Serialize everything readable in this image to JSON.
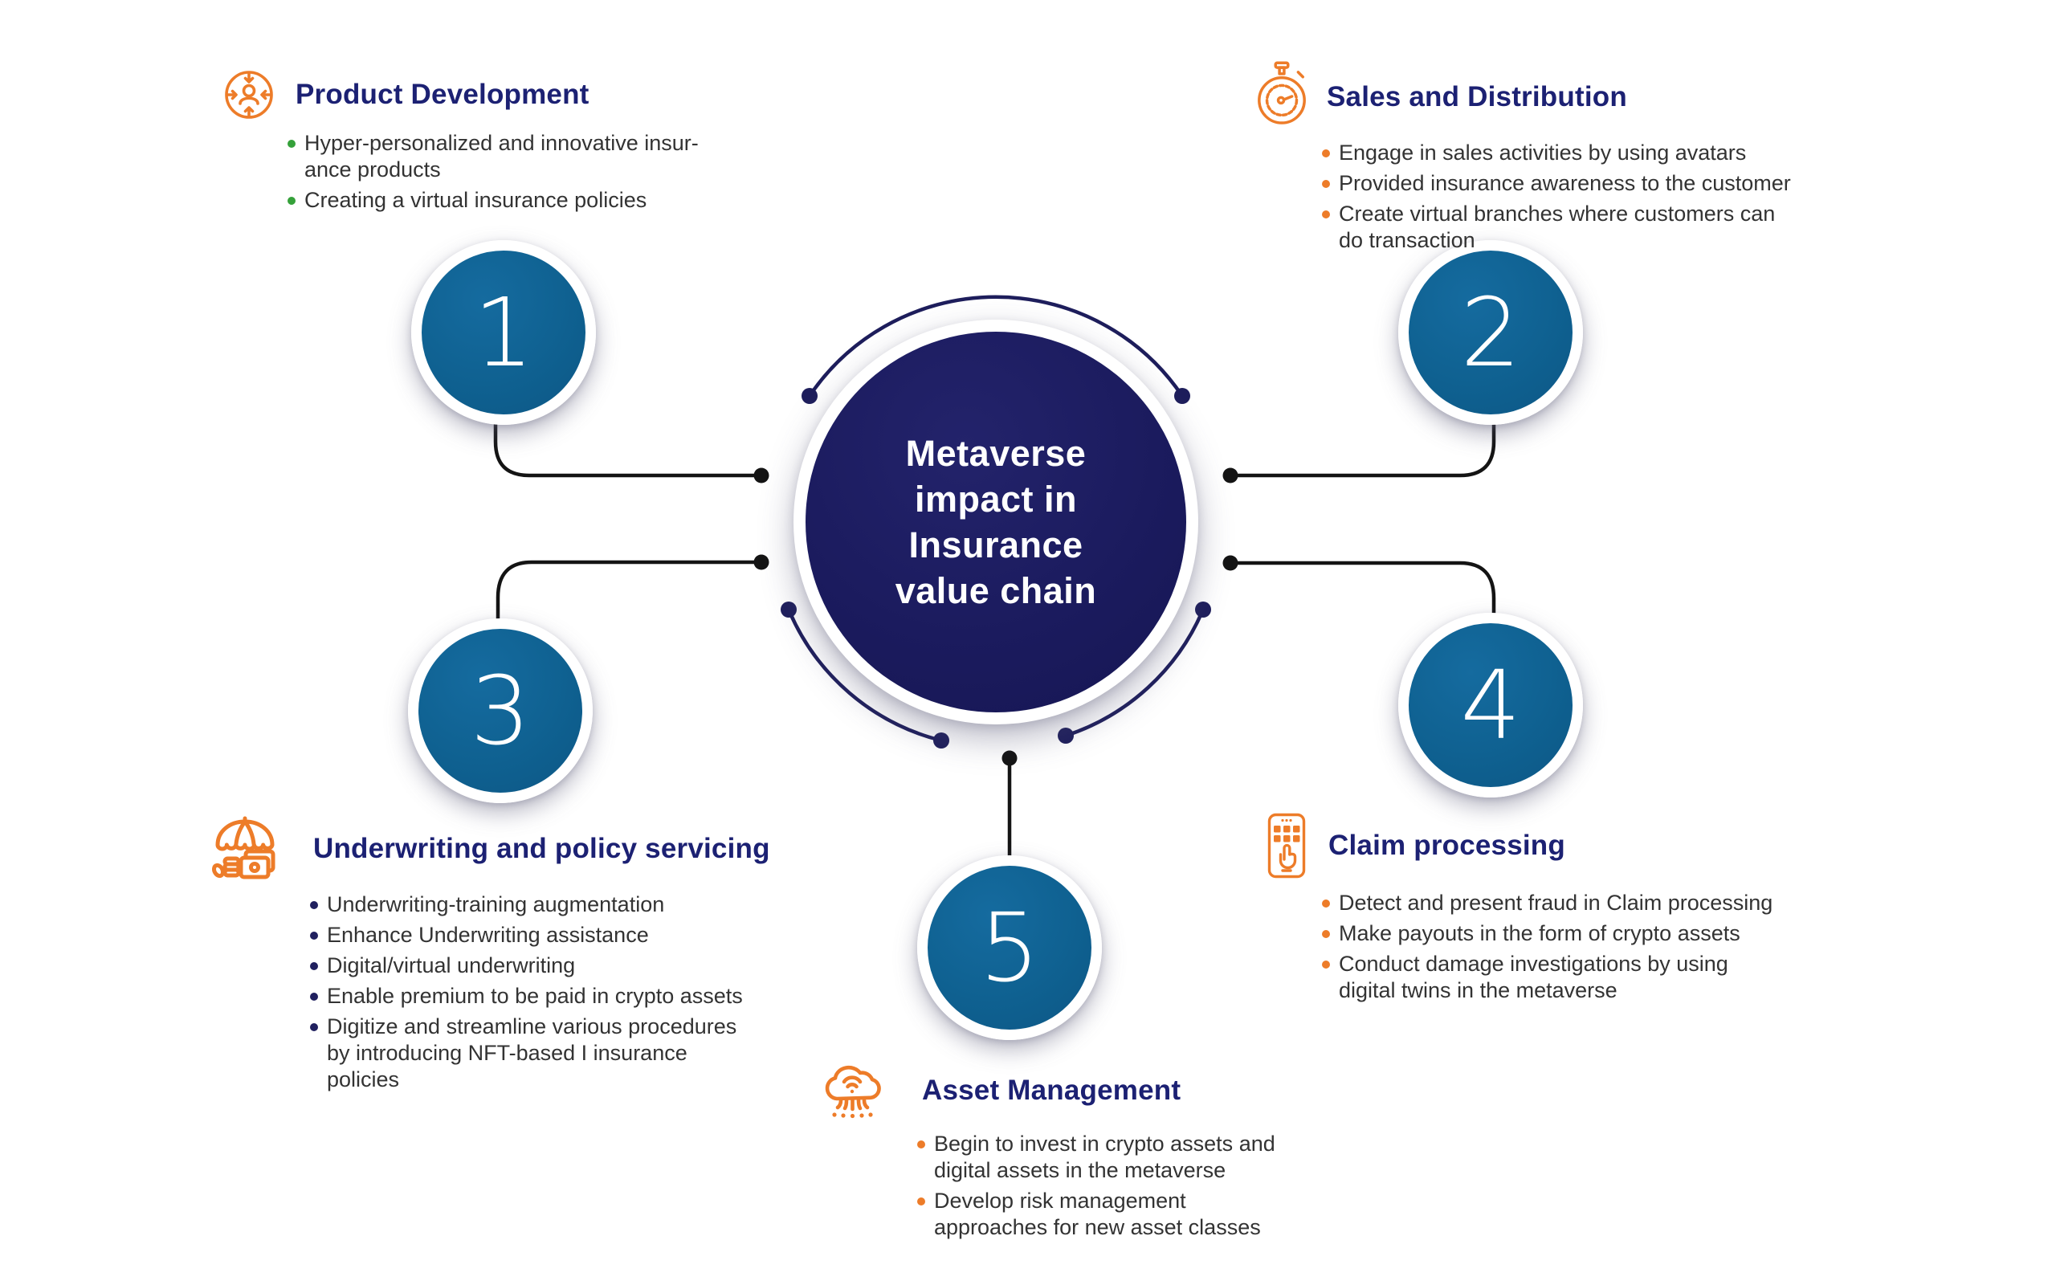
{
  "diagram_title": "Metaverse impact in Insurance value chain",
  "center": {
    "lines": [
      "Metaverse",
      "impact in",
      "Insurance",
      "value chain"
    ]
  },
  "palette": {
    "center_navy": "#1b1b5e",
    "step_circle_blue": "#0f6191",
    "title_navy": "#1c2173",
    "accent_orange": "#ed7c29",
    "bullet_green": "#35a13a",
    "bullet_navy": "#20205f",
    "connector_black": "#141414",
    "arc_navy": "#1e1e5c"
  },
  "sections": [
    {
      "number": "1",
      "title": "Product Development",
      "icon": "customer-focus-icon",
      "bullet_color": "green",
      "bullets": [
        {
          "lines": [
            "Hyper-personalized  and innovative insur-",
            "ance products"
          ]
        },
        {
          "lines": [
            "Creating a virtual insurance policies"
          ]
        }
      ]
    },
    {
      "number": "2",
      "title": "Sales and Distribution",
      "icon": "stopwatch-icon",
      "bullet_color": "orange",
      "bullets": [
        {
          "lines": [
            "Engage in sales activities by using avatars"
          ]
        },
        {
          "lines": [
            "Provided insurance awareness to the customer"
          ]
        },
        {
          "lines": [
            "Create virtual branches where customers can",
            "do transaction"
          ]
        }
      ]
    },
    {
      "number": "3",
      "title": "Underwriting and policy servicing",
      "icon": "umbrella-money-icon",
      "bullet_color": "navy",
      "bullets": [
        {
          "lines": [
            "Underwriting-training augmentation"
          ]
        },
        {
          "lines": [
            "Enhance Underwriting assistance"
          ]
        },
        {
          "lines": [
            "Digital/virtual underwriting"
          ]
        },
        {
          "lines": [
            "Enable premium to be paid in crypto assets"
          ]
        },
        {
          "lines": [
            "Digitize and streamline various procedures",
            "by introducing NFT-based I insurance",
            "policies"
          ]
        }
      ]
    },
    {
      "number": "4",
      "title": "Claim processing",
      "icon": "mobile-claim-icon",
      "bullet_color": "orange",
      "bullets": [
        {
          "lines": [
            "Detect and present fraud in Claim processing"
          ]
        },
        {
          "lines": [
            "Make payouts in the form of crypto assets"
          ]
        },
        {
          "lines": [
            "Conduct damage investigations by using",
            "digital twins in the metaverse"
          ]
        }
      ]
    },
    {
      "number": "5",
      "title": "Asset Management",
      "icon": "cloud-network-icon",
      "bullet_color": "orange",
      "bullets": [
        {
          "lines": [
            "Begin to invest in crypto assets and",
            "digital assets in the metaverse"
          ]
        },
        {
          "lines": [
            "Develop risk management",
            "approaches for new asset classes"
          ]
        }
      ]
    }
  ]
}
